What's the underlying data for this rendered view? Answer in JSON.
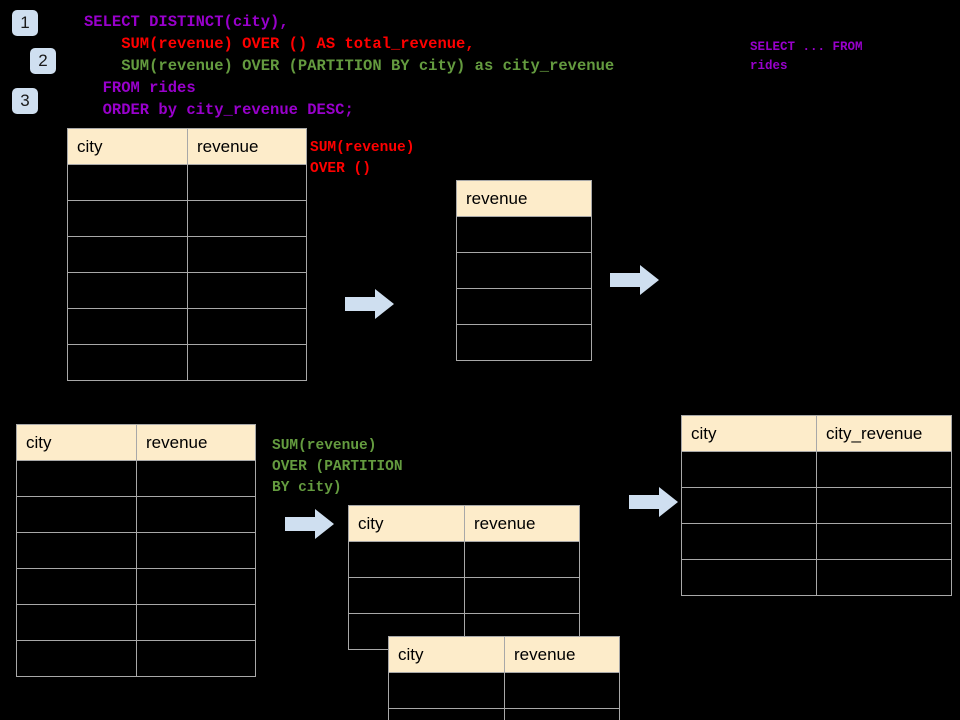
{
  "steps": [
    {
      "label": "1"
    },
    {
      "label": "2"
    },
    {
      "label": "3"
    }
  ],
  "query": {
    "line1": "SELECT DISTINCT(city),",
    "line2": "    SUM(revenue) OVER () AS total_revenue,",
    "line3": "    SUM(revenue) OVER (PARTITION BY city) as city_revenue",
    "line4": "  FROM rides",
    "line5": "  ORDER by city_revenue DESC;"
  },
  "side_note": {
    "line1": "SELECT ... FROM",
    "line2": "rides"
  },
  "annotations": {
    "total_revenue": "SUM(revenue)\nOVER ()",
    "city_revenue": "SUM(revenue)\nOVER (PARTITION\nBY city)"
  },
  "colors": {
    "purple": "#9900cc",
    "red": "#ff0000",
    "green": "#649b3f",
    "header_fill": "#fdecca",
    "grid": "#a8a8a8",
    "badge": "#cfdff0",
    "arrow": "#cfdff0",
    "background": "#000000"
  },
  "tables": {
    "rides_top": {
      "headers": [
        "city",
        "revenue"
      ],
      "row_count": 6
    },
    "revenue_only": {
      "headers": [
        "revenue"
      ],
      "row_count": 4
    },
    "rides_bottom": {
      "headers": [
        "city",
        "revenue"
      ],
      "row_count": 6
    },
    "partition_back": {
      "headers": [
        "city",
        "revenue"
      ],
      "row_count": 3
    },
    "partition_front": {
      "headers": [
        "city",
        "revenue"
      ],
      "row_count": 2
    },
    "result": {
      "headers": [
        "city",
        "city_revenue"
      ],
      "row_count": 4
    }
  },
  "arrows": [
    {
      "name": "arrow-top-left"
    },
    {
      "name": "arrow-top-right"
    },
    {
      "name": "arrow-bottom-left"
    },
    {
      "name": "arrow-bottom-right"
    }
  ]
}
